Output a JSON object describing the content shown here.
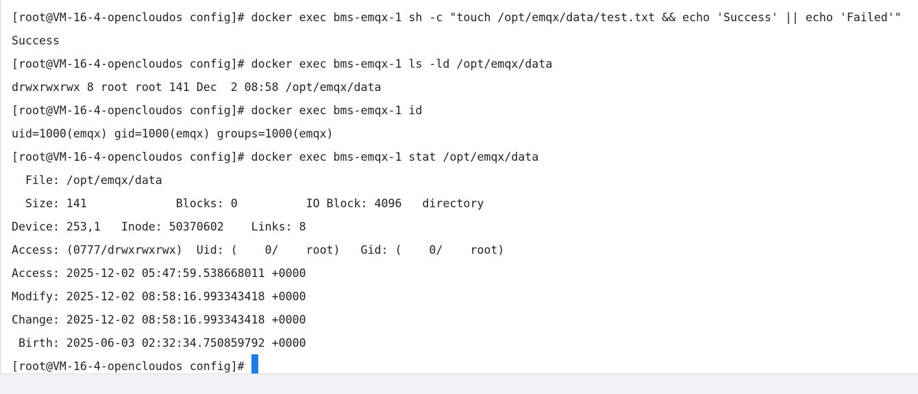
{
  "terminal": {
    "lines": [
      "[root@VM-16-4-opencloudos config]# docker exec bms-emqx-1 sh -c \"touch /opt/emqx/data/test.txt && echo 'Success' || echo 'Failed'\"",
      "Success",
      "[root@VM-16-4-opencloudos config]# docker exec bms-emqx-1 ls -ld /opt/emqx/data",
      "drwxrwxrwx 8 root root 141 Dec  2 08:58 /opt/emqx/data",
      "[root@VM-16-4-opencloudos config]# docker exec bms-emqx-1 id",
      "uid=1000(emqx) gid=1000(emqx) groups=1000(emqx)",
      "[root@VM-16-4-opencloudos config]# docker exec bms-emqx-1 stat /opt/emqx/data",
      "  File: /opt/emqx/data",
      "  Size: 141             Blocks: 0          IO Block: 4096   directory",
      "Device: 253,1   Inode: 50370602    Links: 8",
      "Access: (0777/drwxrwxrwx)  Uid: (    0/    root)   Gid: (    0/    root)",
      "Access: 2025-12-02 05:47:59.538668011 +0000",
      "Modify: 2025-12-02 08:58:16.993343418 +0000",
      "Change: 2025-12-02 08:58:16.993343418 +0000",
      " Birth: 2025-06-03 02:32:34.750859792 +0000"
    ],
    "prompt": "[root@VM-16-4-opencloudos config]#",
    "cursor_color": "#1e7ce8"
  }
}
